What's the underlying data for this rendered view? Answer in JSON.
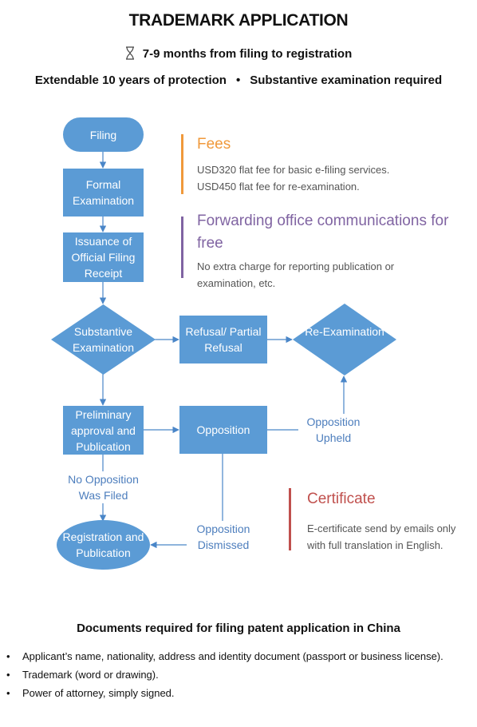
{
  "title": "TRADEMARK APPLICATION",
  "duration": "7-9 months from filing to registration",
  "features": [
    "Extendable 10 years of protection",
    "Substantive examination required"
  ],
  "flow": {
    "filing": "Filing",
    "formal_examination": "Formal Examination",
    "filing_receipt": "Issuance of Official Filing Receipt",
    "substantive_examination": "Substantive Examination",
    "refusal": "Refusal/ Partial Refusal",
    "re_examination": "Re-Examination",
    "preliminary_approval": "Preliminary approval and Publication",
    "opposition": "Opposition",
    "registration": "Registration and Publication",
    "label_opposition_upheld": "Opposition Upheld",
    "label_no_opposition": "No Opposition Was Filed",
    "label_opposition_dismissed": "Opposition Dismissed"
  },
  "info": {
    "fees": {
      "title": "Fees",
      "lines": [
        "USD320 flat fee for basic e-filing services.",
        "USD450 flat fee for re-examination."
      ],
      "color": "#f0993b"
    },
    "forwarding": {
      "title": "Forwarding office communications for free",
      "text": "No extra charge for reporting publication or examination, etc.",
      "color": "#8064a2"
    },
    "certificate": {
      "title": "Certificate",
      "text": "E-certificate send by emails only with full translation in English.",
      "color": "#c0504d"
    }
  },
  "documents": {
    "title": "Documents required for filing patent application in China",
    "items": [
      "Applicant’s name, nationality, address and identity document (passport or business license).",
      "Trademark (word or drawing).",
      "Power of attorney, simply signed."
    ]
  },
  "colors": {
    "node": "#5b9bd5",
    "edge": "#4a86c8",
    "edge_label": "#4d7ebd"
  }
}
